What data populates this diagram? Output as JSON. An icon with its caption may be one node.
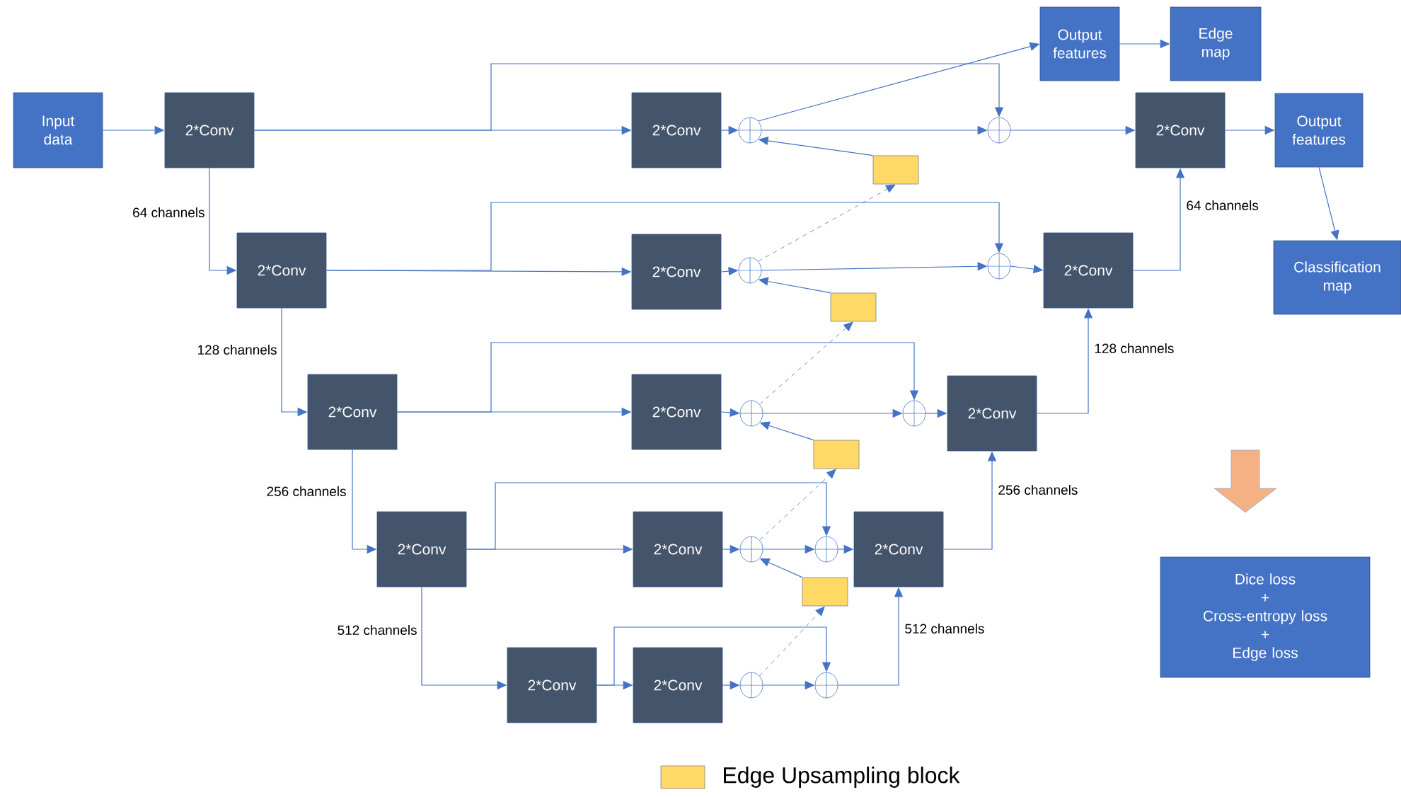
{
  "diagram": {
    "nodes": [
      {
        "text": [
          "Input data"
        ]
      },
      {
        "text": [
          "2*Conv"
        ]
      },
      {
        "text": [
          "2*Conv"
        ]
      },
      {
        "text": [
          "2*Conv"
        ]
      },
      {
        "text": [
          "2*Conv"
        ]
      },
      {
        "text": [
          "2*Conv"
        ]
      },
      {
        "text": [
          "2*Conv"
        ]
      },
      {
        "text": [
          "2*Conv"
        ]
      },
      {
        "text": [
          "2*Conv"
        ]
      },
      {
        "text": [
          "2*Conv"
        ]
      },
      {
        "text": [
          "2*Conv"
        ]
      },
      {
        "text": [],
        "shape": "circle"
      },
      {
        "text": [],
        "shape": "circle"
      },
      {
        "text": [],
        "shape": "circle"
      },
      {
        "text": [],
        "shape": "circle"
      },
      {
        "text": [],
        "shape": "circle"
      },
      {
        "text": [],
        "shape": "circle"
      },
      {
        "text": [],
        "shape": "circle"
      },
      {
        "text": [],
        "shape": "circle"
      },
      {
        "text": [],
        "shape": "circle"
      },
      {
        "text": [],
        "shape": "circle"
      },
      {
        "text": [],
        "shape": "box"
      },
      {
        "text": [],
        "shape": "box"
      },
      {
        "text": [],
        "shape": "box"
      },
      {
        "text": [],
        "shape": "box"
      },
      {
        "text": [
          "2*Conv"
        ]
      },
      {
        "text": [
          "2*Conv"
        ]
      },
      {
        "text": [
          "2*Conv"
        ]
      },
      {
        "text": [
          "2*Conv"
        ]
      },
      {
        "text": [
          "Output features"
        ]
      },
      {
        "text": [
          "Edge map"
        ]
      },
      {
        "text": [
          "Output features"
        ]
      },
      {
        "text": [
          "Classification map"
        ]
      },
      {
        "text": [
          "Dice loss",
          "+",
          "Cross-entropy loss",
          "+",
          "Edge loss"
        ]
      }
    ],
    "edges": [
      {
        "from": 0,
        "to": 1,
        "arrow": "to"
      },
      {
        "from": 1,
        "to": 6,
        "arrow": "to"
      },
      {
        "from": 1,
        "to": 16,
        "arrow": "to"
      },
      {
        "from": 6,
        "to": 11,
        "arrow": "to"
      },
      {
        "from": 11,
        "to": 16,
        "arrow": "to"
      },
      {
        "from": 11,
        "to": 29,
        "arrow": "to"
      },
      {
        "from": 21,
        "to": 11,
        "arrow": "to"
      },
      {
        "from": 12,
        "to": 21,
        "arrow": "to",
        "style": "dashed"
      },
      {
        "from": 16,
        "to": 28,
        "arrow": "to"
      },
      {
        "from": 28,
        "to": 31,
        "arrow": "to"
      },
      {
        "from": 29,
        "to": 30,
        "arrow": "to"
      },
      {
        "from": 31,
        "to": 32,
        "arrow": "to"
      },
      {
        "from": 1,
        "to": 2,
        "arrow": "to",
        "label": "64 channels"
      },
      {
        "from": 2,
        "to": 7,
        "arrow": "to"
      },
      {
        "from": 2,
        "to": 17,
        "arrow": "to"
      },
      {
        "from": 7,
        "to": 12,
        "arrow": "to"
      },
      {
        "from": 12,
        "to": 17,
        "arrow": "to"
      },
      {
        "from": 17,
        "to": 27,
        "arrow": "to"
      },
      {
        "from": 27,
        "to": 28,
        "arrow": "to",
        "label": "64 channels"
      },
      {
        "from": 22,
        "to": 12,
        "arrow": "to"
      },
      {
        "from": 13,
        "to": 22,
        "arrow": "to",
        "style": "dashed"
      },
      {
        "from": 2,
        "to": 3,
        "arrow": "to",
        "label": "128 channels"
      },
      {
        "from": 3,
        "to": 8,
        "arrow": "to"
      },
      {
        "from": 3,
        "to": 18,
        "arrow": "to"
      },
      {
        "from": 8,
        "to": 13,
        "arrow": "to"
      },
      {
        "from": 13,
        "to": 18,
        "arrow": "to"
      },
      {
        "from": 18,
        "to": 26,
        "arrow": "to"
      },
      {
        "from": 26,
        "to": 27,
        "arrow": "to",
        "label": "128 channels"
      },
      {
        "from": 23,
        "to": 13,
        "arrow": "to"
      },
      {
        "from": 14,
        "to": 23,
        "arrow": "to",
        "style": "dashed"
      },
      {
        "from": 3,
        "to": 4,
        "arrow": "to",
        "label": "256 channels"
      },
      {
        "from": 4,
        "to": 9,
        "arrow": "to"
      },
      {
        "from": 4,
        "to": 19,
        "arrow": "to"
      },
      {
        "from": 9,
        "to": 14,
        "arrow": "to"
      },
      {
        "from": 14,
        "to": 19,
        "arrow": "to"
      },
      {
        "from": 19,
        "to": 25,
        "arrow": "to"
      },
      {
        "from": 25,
        "to": 26,
        "arrow": "to",
        "label": "256 channels"
      },
      {
        "from": 24,
        "to": 14,
        "arrow": "to"
      },
      {
        "from": 15,
        "to": 24,
        "arrow": "to",
        "style": "dashed"
      },
      {
        "from": 4,
        "to": 5,
        "arrow": "to",
        "label": "512 channels"
      },
      {
        "from": 5,
        "to": 10,
        "arrow": "to"
      },
      {
        "from": 5,
        "to": 20,
        "arrow": "to"
      },
      {
        "from": 10,
        "to": 15,
        "arrow": "to"
      },
      {
        "from": 15,
        "to": 20,
        "arrow": "to"
      },
      {
        "from": 20,
        "to": 25,
        "arrow": "to",
        "label": "512 channels"
      }
    ],
    "legend": [
      {
        "text": "Edge Upsampling block",
        "color": "#ffd966"
      }
    ]
  }
}
